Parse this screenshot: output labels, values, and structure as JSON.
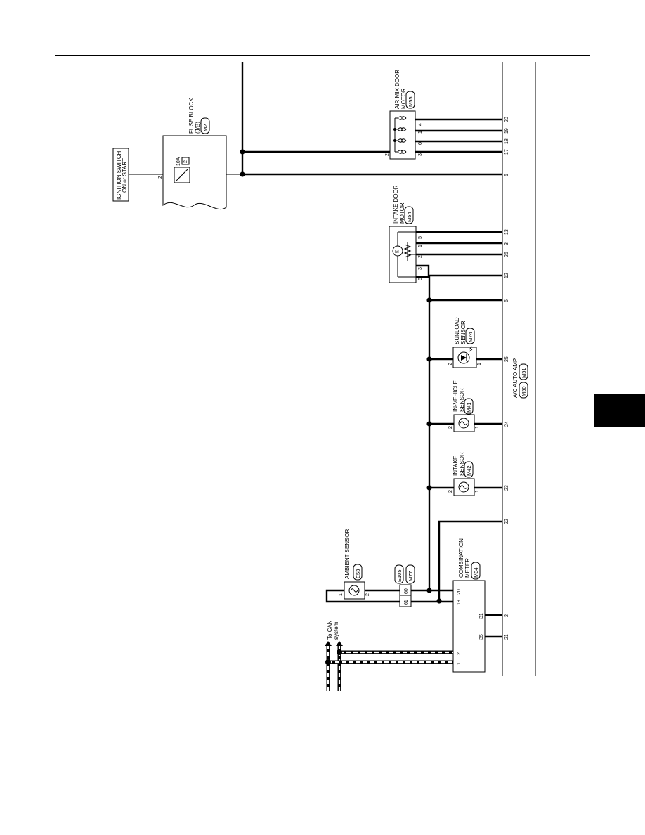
{
  "components": {
    "ignition_switch": {
      "line1": "IGNITION SWITCH",
      "line2": "ON or START"
    },
    "fuse_block": {
      "line1": "FUSE BLOCK",
      "line2": "(J/B)",
      "connector": "M2",
      "fuse_rating": "10A",
      "fuse_no": "2",
      "pin": "2"
    },
    "air_mix_motor": {
      "line1": "AIR MIX DOOR",
      "line2": "MOTOR",
      "connector": "M55",
      "pins_top": [
        "4",
        "1",
        "6",
        "3"
      ],
      "pin_side": "2"
    },
    "intake_door_motor": {
      "line1": "INTAKE DOOR",
      "line2": "MOTOR",
      "connector": "M54",
      "pins_top": [
        "5",
        "1",
        "2",
        "3",
        "6"
      ],
      "motor_symbol": "M"
    },
    "sunload_sensor": {
      "line1": "SUNLOAD",
      "line2": "SENSOR",
      "connector": "M74",
      "pin_left": "2",
      "pin_right": "1"
    },
    "in_vehicle_sensor": {
      "line1": "IN-VEHICLE",
      "line2": "SENSOR",
      "connector": "M41",
      "pin_left": "2",
      "pin_right": "1"
    },
    "intake_sensor": {
      "line1": "INTAKE",
      "line2": "SENSOR",
      "connector": "M42",
      "pin_left": "2",
      "pin_right": "1"
    },
    "ambient_sensor": {
      "line1": "AMBIENT SENSOR",
      "connector": "E53",
      "pin_left": "1",
      "pin_right": "2"
    },
    "junction": {
      "connector_a": "E105",
      "connector_b": "M77",
      "pins_a": [
        "60",
        "61"
      ]
    },
    "combination_meter": {
      "line1": "COMBINATION",
      "line2": "METER",
      "connector": "M34",
      "pins": [
        "20",
        "19",
        "31",
        "35",
        "2",
        "1"
      ]
    },
    "ac_auto_amp": {
      "label": "A/C AUTO AMP.",
      "connector_a": "M50",
      "connector_b": "M51",
      "pins": [
        "20",
        "19",
        "18",
        "17",
        "5",
        "13",
        "3",
        "26",
        "12",
        "6",
        "25",
        "24",
        "23",
        "22",
        "2",
        "21"
      ]
    },
    "can": {
      "line1": "To CAN",
      "line2": "system"
    }
  },
  "colors": {
    "wire": "#000000",
    "background": "#ffffff",
    "tab": "#000000"
  }
}
